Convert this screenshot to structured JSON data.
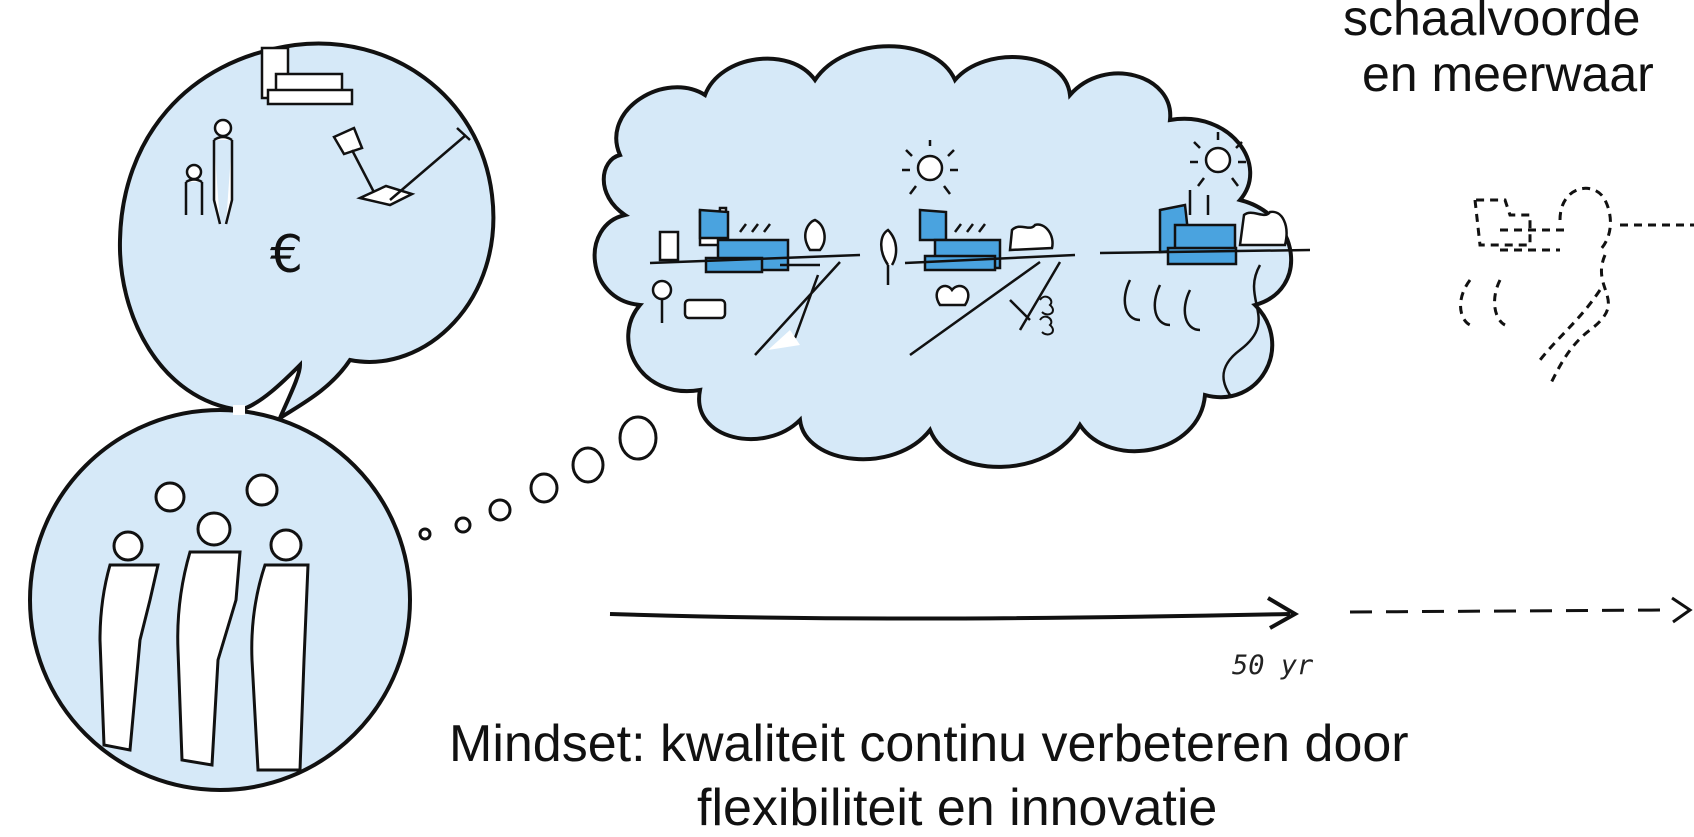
{
  "title": {
    "line1": "schaalvoorde",
    "line2": "en meerwaar"
  },
  "caption": {
    "line1": "Mindset: kwaliteit continu verbeteren door",
    "line2": "flexibiliteit en innovatie"
  },
  "timeline": {
    "label": "50 yr"
  },
  "speech_bubble": {
    "currency_symbol": "€"
  },
  "colors": {
    "sky": "#d6e9f8",
    "building": "#4aa3df",
    "ink": "#111111"
  }
}
